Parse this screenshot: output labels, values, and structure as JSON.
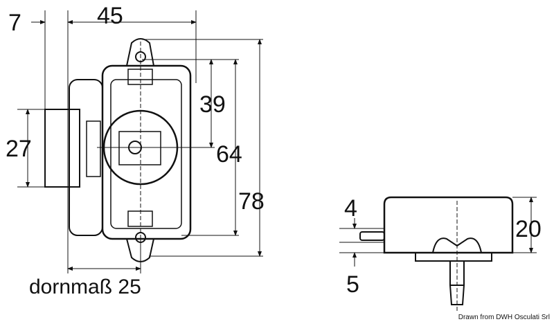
{
  "dimensions": {
    "offset": "7",
    "width": "45",
    "height_inner": "39",
    "height_mid": "64",
    "height_total": "78",
    "bolt_height": "27",
    "side_tongue": "4",
    "side_height": "20",
    "side_base": "5"
  },
  "caption": "dornmaß 25",
  "credit": "Drawn from DWH Osculati Srl"
}
